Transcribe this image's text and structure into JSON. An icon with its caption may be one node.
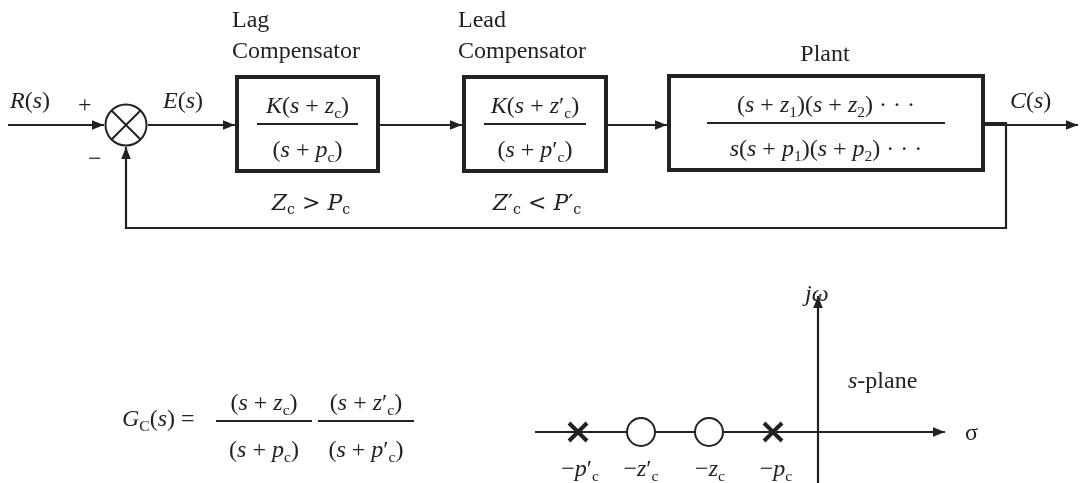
{
  "diagram": {
    "nodes": [
      {
        "text": [],
        "shape": "circle"
      },
      {
        "text": [
          "Lag Compensator",
          "*K*(*s* + *z*$_{c}$)",
          "(*s* + *p*$_{c}$)"
        ],
        "beside": [
          "*Z*$_{c}$ > *P*$_{c}$"
        ]
      },
      {
        "text": [
          "Lead Compensator",
          "*K*(*s* + *z*′$_{c}$)",
          "(*s* + *p*′$_{c}$)"
        ],
        "beside": [
          "*Z*′$_{c}$ < *P*′$_{c}$"
        ]
      },
      {
        "text": [
          "Plant",
          "(*s* + *z*$_{1}$)(*s* + *z*$_{2}$) · · ·",
          "*s*(*s* + *p*$_{1}$)(*s* + *p*$_{2}$) · · ·"
        ]
      }
    ],
    "edges": [
      {
        "from": null,
        "to": 0,
        "arrow": "to",
        "label": "*R*(*s*)"
      },
      {
        "from": 0,
        "to": 1,
        "arrow": "to",
        "label": "*E*(*s*)"
      },
      {
        "from": 1,
        "to": 2,
        "arrow": "to"
      },
      {
        "from": 2,
        "to": 3,
        "arrow": "to"
      },
      {
        "from": 3,
        "to": null,
        "arrow": "to",
        "label": "*C*(*s*)"
      },
      {
        "from": 3,
        "to": 0,
        "arrow": "to"
      }
    ],
    "labels": [
      "+",
      "−",
      "*G*$_{C}$(*s*) =",
      "(*s* + *z*$_{c}$)",
      "(*s* + *z*′$_{c}$)",
      "(*s* + *p*$_{c}$)",
      "(*s* + *p*′$_{c}$)",
      "*jω*",
      "*s*-plane",
      "σ",
      "−*p*′$_{c}$",
      "−*z*′$_{c}$",
      "−*z*$_{c}$",
      "−*p*$_{c}$"
    ]
  }
}
